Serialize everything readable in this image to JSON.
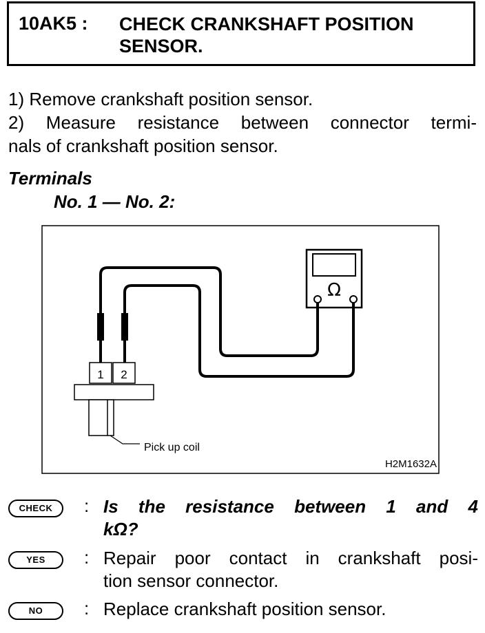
{
  "header": {
    "code": "10AK5 :",
    "title_line1": "CHECK CRANKSHAFT POSITION",
    "title_line2": "SENSOR."
  },
  "steps": {
    "step1": "1)  Remove crankshaft position sensor.",
    "step2_line1": "2)  Measure resistance between connector termi-",
    "step2_line2": "nals of crankshaft position sensor."
  },
  "terminals": {
    "heading": "Terminals",
    "value": "No. 1 — No. 2:"
  },
  "figure": {
    "terminal1_label": "1",
    "terminal2_label": "2",
    "meter_symbol": "Ω",
    "coil_label": "Pick up coil",
    "figure_code": "H2M1632A"
  },
  "results": {
    "check": {
      "badge": "CHECK",
      "colon": ":",
      "line1": "Is the resistance between 1 and 4",
      "line2": "kΩ?"
    },
    "yes": {
      "badge": "YES",
      "colon": ":",
      "line1": "Repair poor contact in crankshaft posi-",
      "line2": "tion sensor connector."
    },
    "no": {
      "badge": "NO",
      "colon": ":",
      "line1": "Replace crankshaft position sensor."
    }
  }
}
